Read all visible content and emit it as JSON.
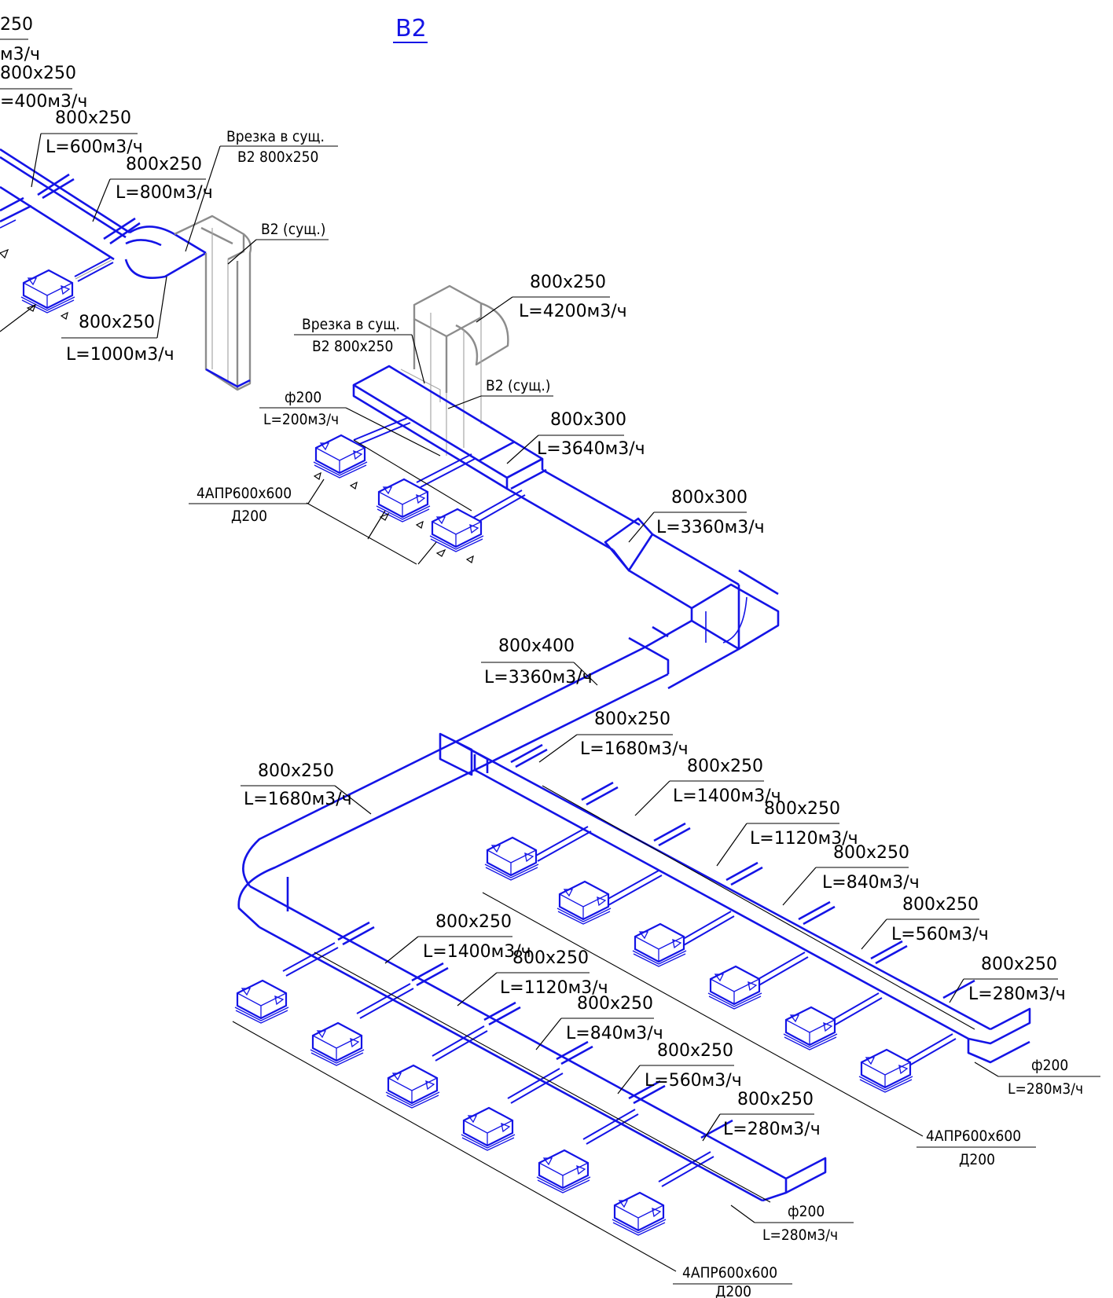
{
  "title": "В2",
  "labels": {
    "l01": "250",
    "l02": "м3/ч",
    "l03": "800x250",
    "l04": "=400м3/ч",
    "l05": "800x250",
    "l06": "L=600м3/ч",
    "l07": "800x250",
    "l08": "L=800м3/ч",
    "l09": "Врезка в сущ.",
    "l10": "В2 800x250",
    "l11": "В2 (сущ.)",
    "l12": "800x250",
    "l13": "L=1000м3/ч",
    "l14": "800x250",
    "l15": "L=4200м3/ч",
    "l16": "Врезка в сущ.",
    "l17": "В2 800x250",
    "l18": "В2 (сущ.)",
    "l19": "ф200",
    "l20": "L=200м3/ч",
    "l21": "800x300",
    "l22": "L=3640м3/ч",
    "l23": "4АПР600x600",
    "l24": "Д200",
    "l25": "800x300",
    "l26": "L=3360м3/ч",
    "l27": "800x400",
    "l28": "L=3360м3/ч",
    "l29": "800x250",
    "l30": "L=1680м3/ч",
    "l31": "800x250",
    "l32": "L=1400м3/ч",
    "l33": "800x250",
    "l34": "L=1680м3/ч",
    "l35": "800x250",
    "l36": "L=1120м3/ч",
    "l37": "800x250",
    "l38": "L=840м3/ч",
    "l39": "800x250",
    "l40": "L=560м3/ч",
    "l41": "800x250",
    "l42": "L=280м3/ч",
    "l43": "ф200",
    "l44": "L=280м3/ч",
    "l45": "4АПР600x600",
    "l46": "Д200",
    "l47": "800x250",
    "l48": "L=1400м3/ч",
    "l49": "800x250",
    "l50": "L=1120м3/ч",
    "l51": "800x250",
    "l52": "L=840м3/ч",
    "l53": "800x250",
    "l54": "L=560м3/ч",
    "l55": "800x250",
    "l56": "L=280м3/ч",
    "l57": "ф200",
    "l58": "L=280м3/ч",
    "l59": "4АПР600x600",
    "l60": "Д200"
  }
}
